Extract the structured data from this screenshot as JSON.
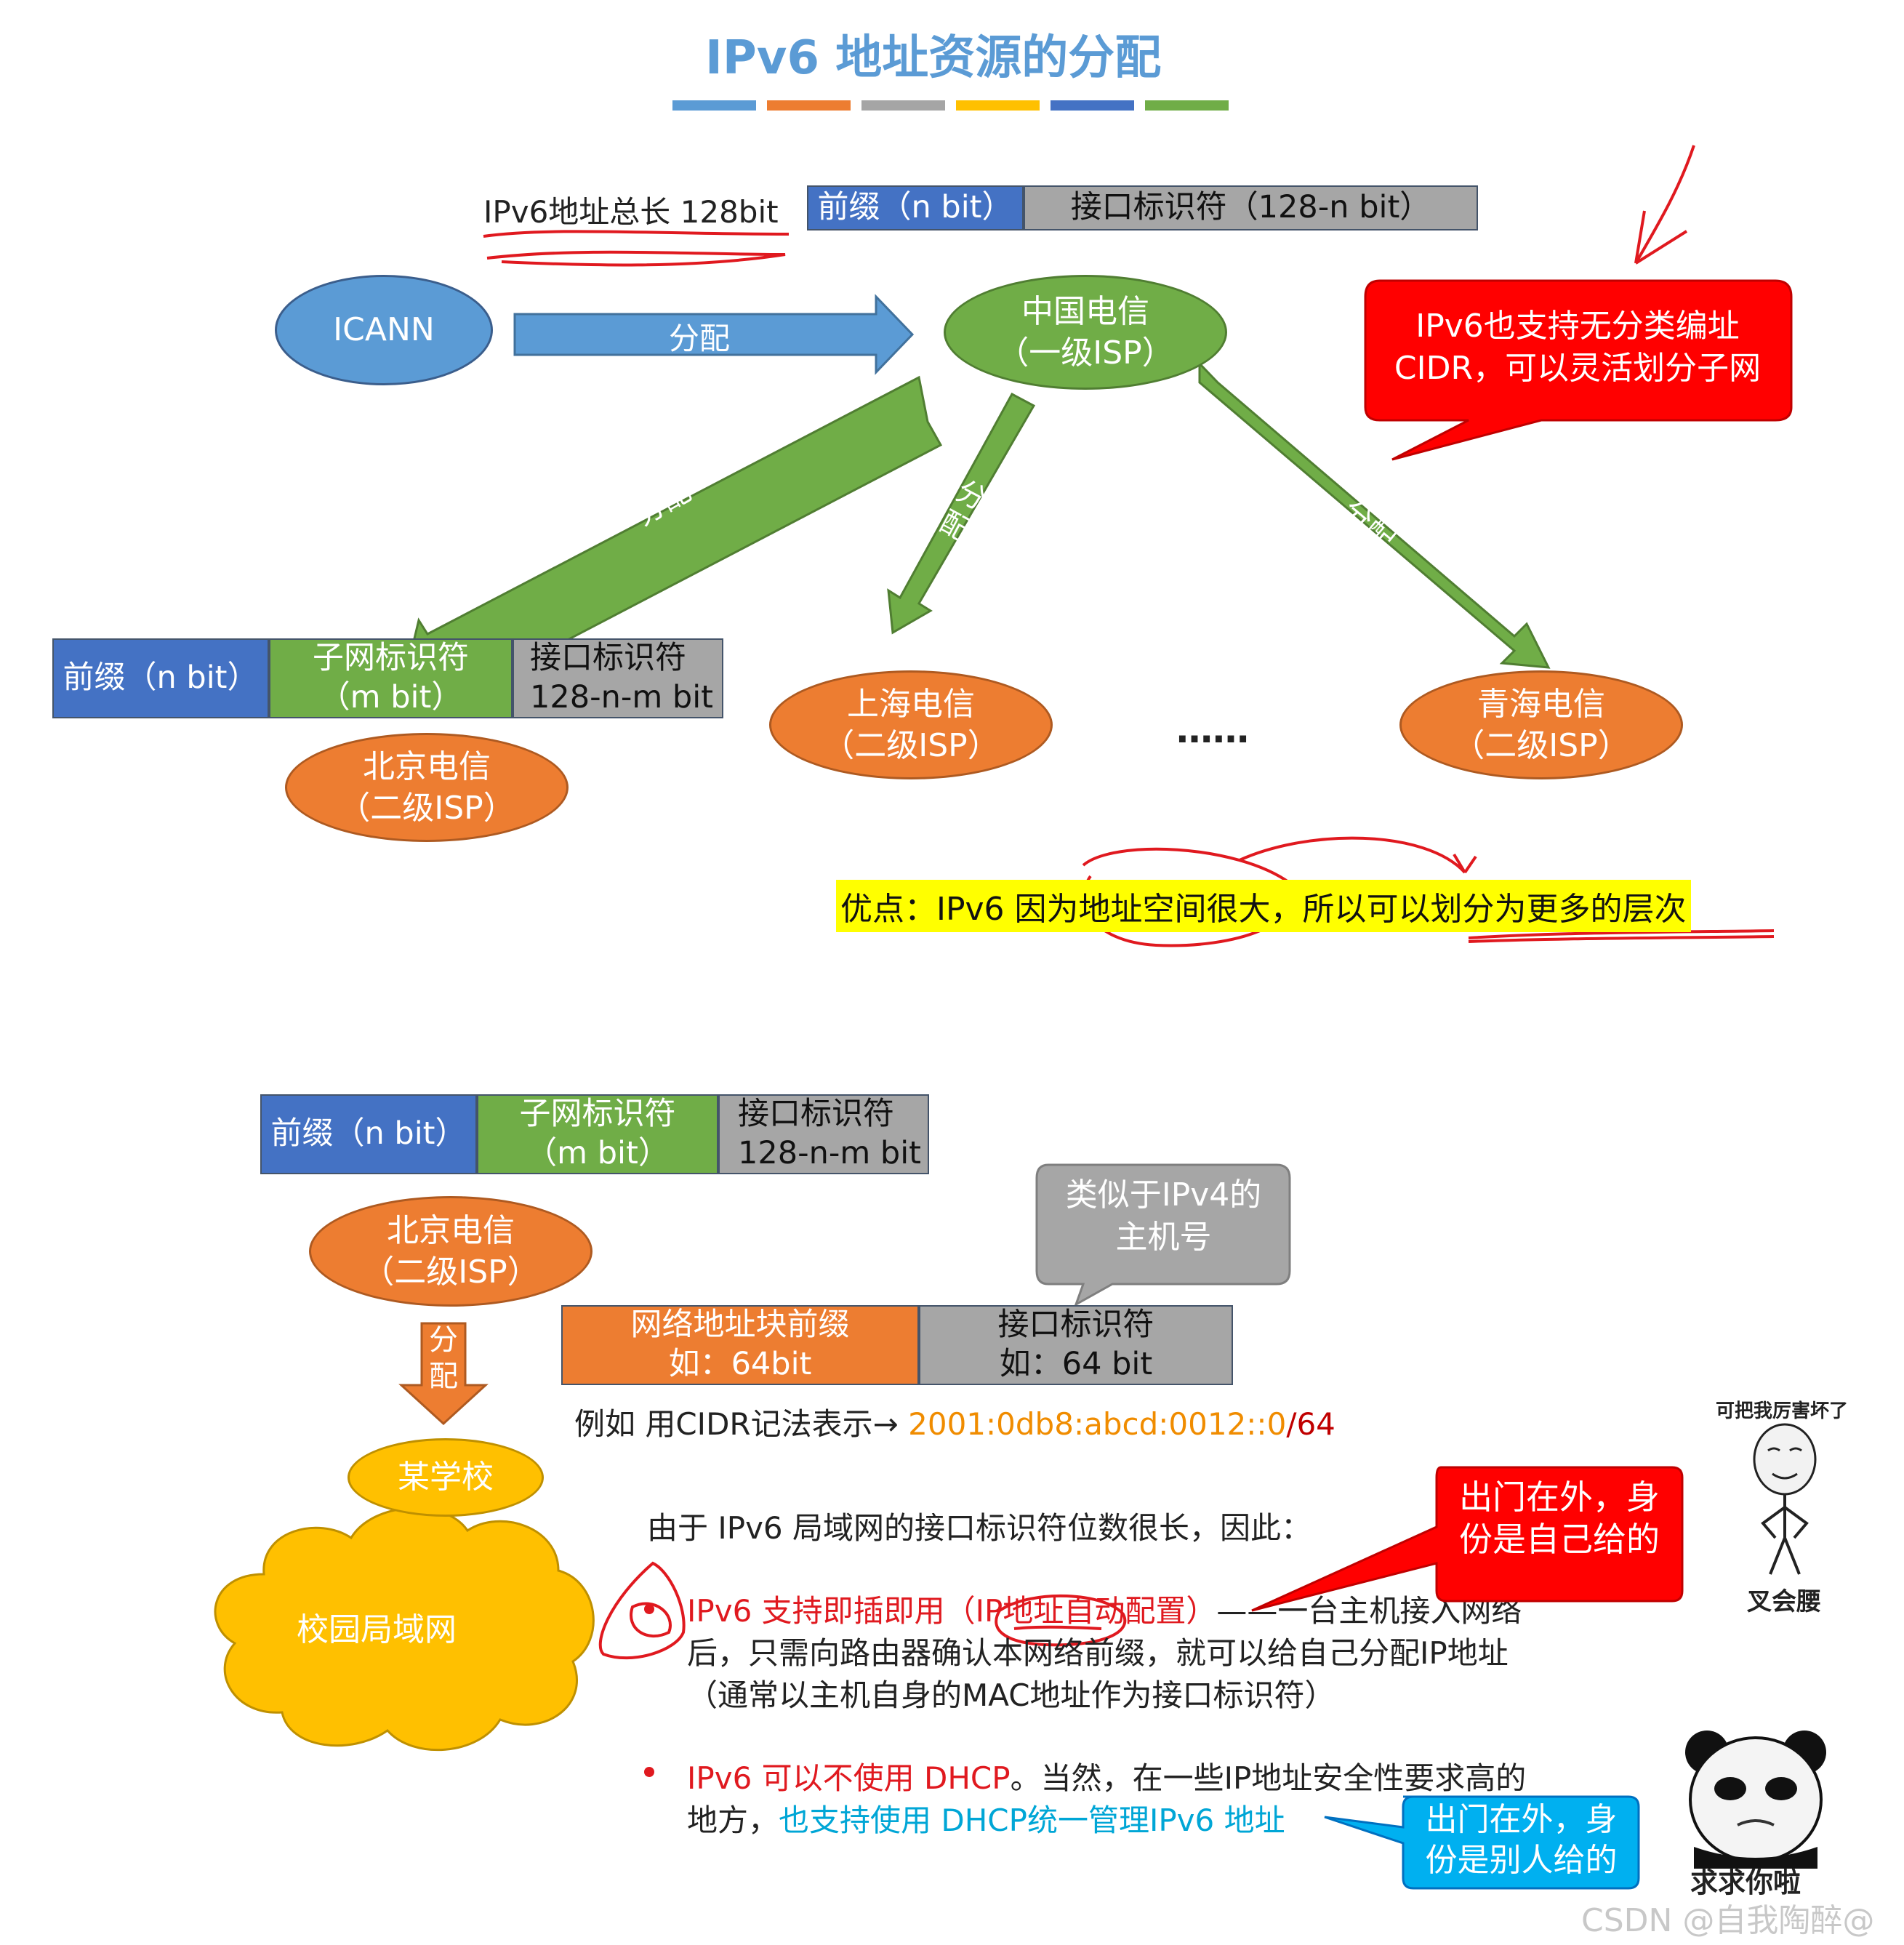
{
  "title": "IPv6 地址资源的分配",
  "title_bar_colors": [
    "#5b9bd5",
    "#ed7d31",
    "#a5a5a5",
    "#ffc000",
    "#4472c4",
    "#70ad47"
  ],
  "top": {
    "total_length": "IPv6地址总长 128bit",
    "prefix": "前缀（n bit）",
    "interface_id": "接口标识符（128-n bit）",
    "icann": "ICANN",
    "alloc": "分配",
    "alloc_v1": "分",
    "alloc_v2": "配",
    "telecom_line1": "中国电信",
    "telecom_line2": "（一级ISP）",
    "callout_line1": "IPv6也支持无分类编址",
    "callout_line2": "CIDR，可以灵活划分子网",
    "seg_prefix": "前缀（n bit）",
    "seg_subnet_line1": "子网标识符",
    "seg_subnet_line2": "（m bit）",
    "seg_iface_line1": "接口标识符",
    "seg_iface_line2": "128-n-m bit",
    "beijing_line1": "北京电信",
    "beijing_line2": "（二级ISP）",
    "shanghai_line1": "上海电信",
    "shanghai_line2": "（二级ISP）",
    "qinghai_line1": "青海电信",
    "qinghai_line2": "（二级ISP）",
    "dots": "……",
    "advantage": "优点：IPv6 因为地址空间很大，所以可以划分为更多的层次"
  },
  "bottom": {
    "seg_prefix": "前缀（n bit）",
    "seg_subnet_line1": "子网标识符",
    "seg_subnet_line2": "（m bit）",
    "seg_iface_line1": "接口标识符",
    "seg_iface_line2": "128-n-m bit",
    "beijing_line1": "北京电信",
    "beijing_line2": "（二级ISP）",
    "alloc_v1": "分",
    "alloc_v2": "配",
    "gray_callout_line1": "类似于IPv4的",
    "gray_callout_line2": "主机号",
    "netblock_line1": "网络地址块前缀",
    "netblock_line2": "如：64bit",
    "iface_line1": "接口标识符",
    "iface_line2": "如：64 bit",
    "cidr_example_prefix": "例如 用CIDR记法表示→ ",
    "cidr_example_addr": "2001:0db8:abcd:0012::0",
    "cidr_example_suffix": "/64",
    "school": "某学校",
    "campus_lan": "校园局域网",
    "intro": "由于 IPv6 局域网的接口标识符位数很长，因此：",
    "bullet1_red": "IPv6 支持即插即用（IP地址自动配置）",
    "bullet1_rest1": "——一台主机接入网络",
    "bullet1_rest2": "后，只需向路由器确认本网络前缀，就可以给自己分配IP地址",
    "bullet1_rest3": "（通常以主机自身的MAC地址作为接口标识符）",
    "bullet2_red": "IPv6 可以不使用 DHCP",
    "bullet2_rest1": "。当然，在一些IP地址安全性要求高的",
    "bullet2_line2_a": "地方，",
    "bullet2_line2_cyan": "也支持使用 DHCP统一管理IPv6 地址",
    "red_callout_line1": "出门在外，身",
    "red_callout_line2": "份是自己给的",
    "blue_callout_line1": "出门在外，身",
    "blue_callout_line2": "份是别人给的",
    "meme1_top": "可把我厉害坏了",
    "meme1_bottom": "叉会腰",
    "meme2_bottom": "求求你啦"
  },
  "watermark": "CSDN @自我陶醉@"
}
